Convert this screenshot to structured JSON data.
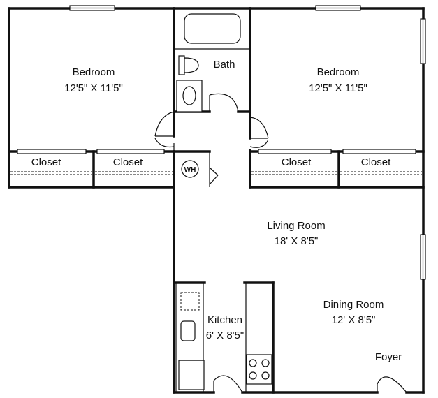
{
  "rooms": {
    "bedroom_left": {
      "name": "Bedroom",
      "dims": "12'5\" X 11'5\""
    },
    "bedroom_right": {
      "name": "Bedroom",
      "dims": "12'5\" X 11'5\""
    },
    "bath": {
      "name": "Bath"
    },
    "closet_1": {
      "name": "Closet"
    },
    "closet_2": {
      "name": "Closet"
    },
    "closet_3": {
      "name": "Closet"
    },
    "closet_4": {
      "name": "Closet"
    },
    "water_heater": {
      "name": "WH"
    },
    "living_room": {
      "name": "Living Room",
      "dims": "18' X 8'5\""
    },
    "dining_room": {
      "name": "Dining Room",
      "dims": "12' X 8'5\""
    },
    "kitchen": {
      "name": "Kitchen",
      "dims": "6' X 8'5\""
    },
    "foyer": {
      "name": "Foyer"
    }
  }
}
